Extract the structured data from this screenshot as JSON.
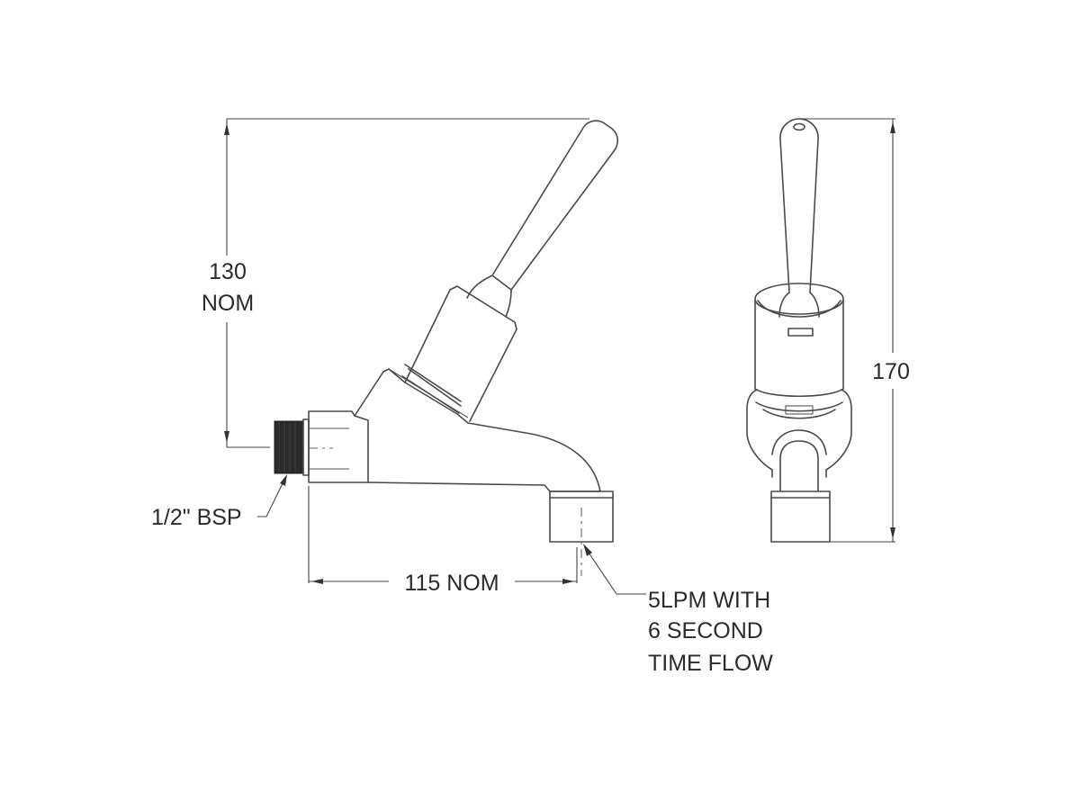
{
  "drawing": {
    "title": "Time flow tap technical drawing",
    "views": [
      "side-view",
      "front-view"
    ],
    "line_color": "#4a4a4a",
    "background": "#ffffff"
  },
  "dimensions": {
    "height_nom": {
      "value": "130",
      "unit_label": "NOM"
    },
    "overall_height": {
      "value": "170"
    },
    "spout_reach": {
      "label": "115 NOM"
    }
  },
  "callouts": {
    "inlet_thread": "1/2\" BSP",
    "outlet_flow": {
      "line1": "5LPM WITH",
      "line2": "6 SECOND",
      "line3": "TIME FLOW"
    }
  }
}
